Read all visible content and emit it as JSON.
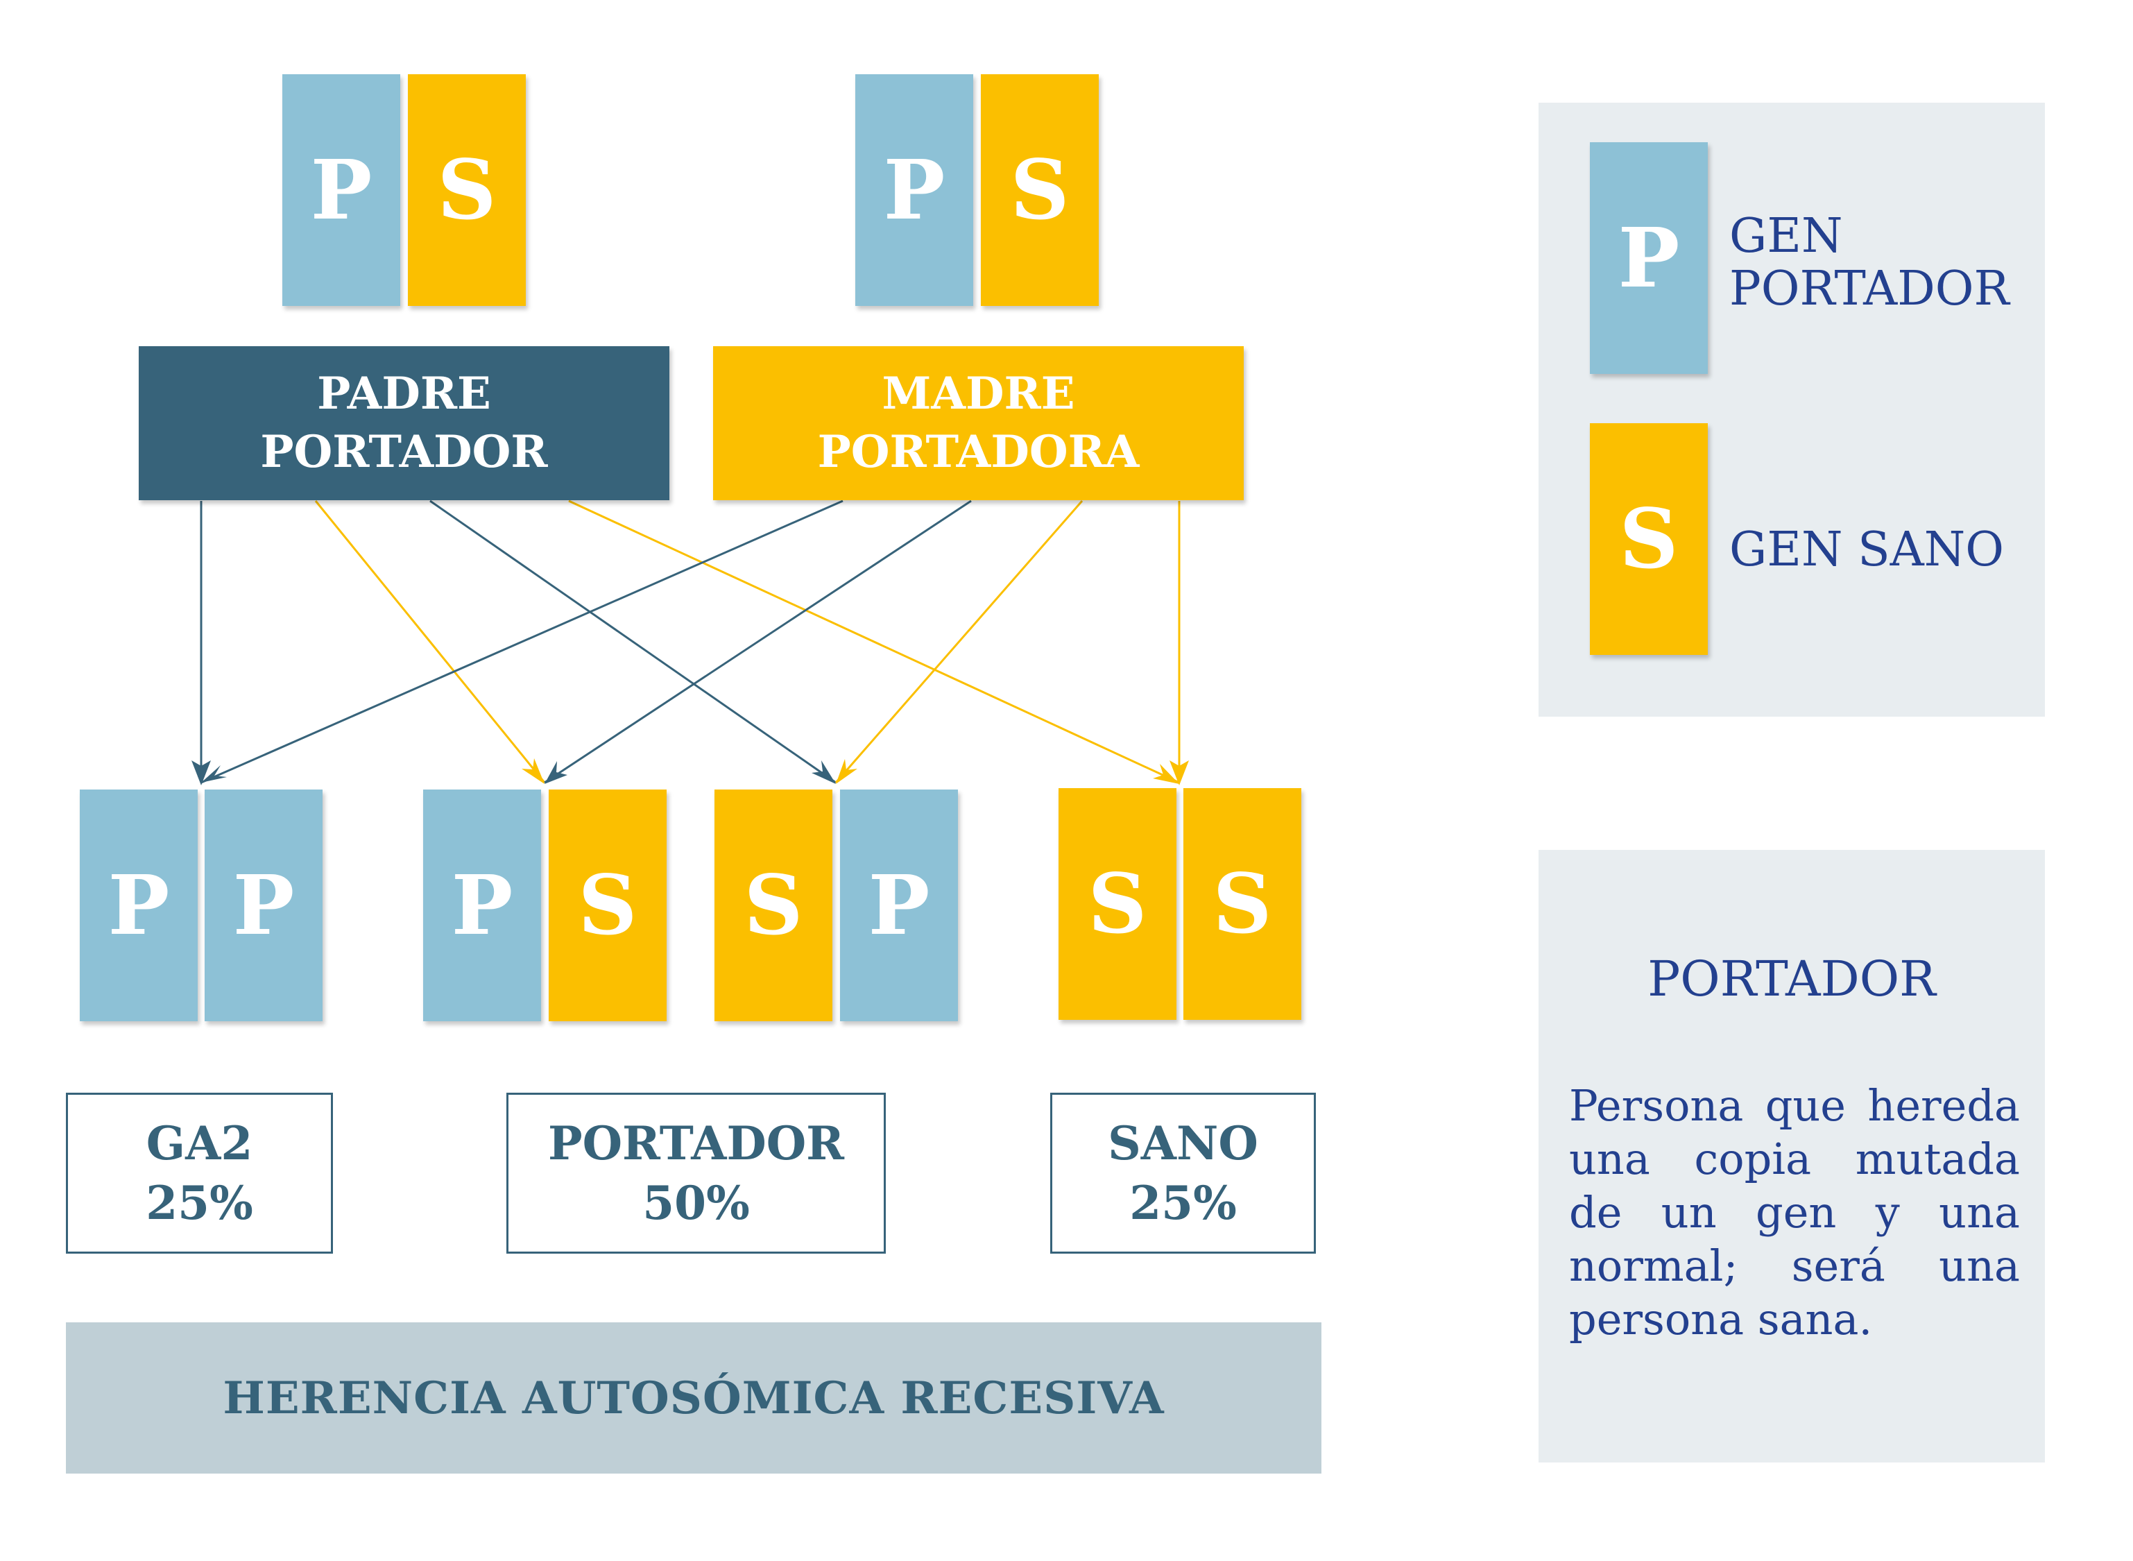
{
  "colors": {
    "carrier_gene": "#8dc1d6",
    "healthy_gene": "#fbbf00",
    "father": "#37637a",
    "mother": "#fbbf00",
    "legend_text": "#23408f"
  },
  "parents": {
    "father": {
      "genes": [
        "P",
        "S"
      ],
      "label_line1": "PADRE",
      "label_line2": "PORTADOR"
    },
    "mother": {
      "genes": [
        "P",
        "S"
      ],
      "label_line1": "MADRE",
      "label_line2": "PORTADORA"
    }
  },
  "children": [
    {
      "genes": [
        "P",
        "P"
      ]
    },
    {
      "genes": [
        "P",
        "S"
      ]
    },
    {
      "genes": [
        "S",
        "P"
      ]
    },
    {
      "genes": [
        "S",
        "S"
      ]
    }
  ],
  "outcomes": [
    {
      "name": "GA2",
      "percent": "25%"
    },
    {
      "name": "PORTADOR",
      "percent": "50%"
    },
    {
      "name": "SANO",
      "percent": "25%"
    }
  ],
  "banner": "HERENCIA AUTOSÓMICA RECESIVA",
  "legend": {
    "carrier": {
      "letter": "P",
      "line1": "GEN",
      "line2": "PORTADOR"
    },
    "healthy": {
      "letter": "S",
      "label": "GEN SANO"
    }
  },
  "definition": {
    "title": "PORTADOR",
    "text": "Persona que hereda una copia mutada de un gen y una normal; será una persona sana."
  }
}
